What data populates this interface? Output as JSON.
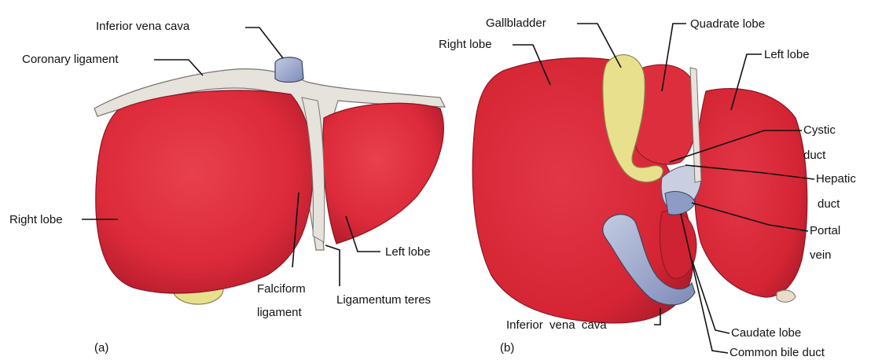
{
  "figure_a": {
    "caption": "(a)",
    "labels": {
      "inferior_vena_cava": "Inferior vena cava",
      "coronary_ligament": "Coronary ligament",
      "right_lobe": "Right lobe",
      "left_lobe": "Left lobe",
      "falciform_ligament_line1": "Falciform",
      "falciform_ligament_line2": "ligament",
      "ligamentum_teres": "Ligamentum teres"
    }
  },
  "figure_b": {
    "caption": "(b)",
    "labels": {
      "gallbladder": "Gallbladder",
      "quadrate_lobe": "Quadrate lobe",
      "right_lobe": "Right lobe",
      "left_lobe": "Left lobe",
      "cystic_duct_line1": "Cystic",
      "cystic_duct_line2": "duct",
      "hepatic_duct_line1": "Hepatic",
      "hepatic_duct_line2": "duct",
      "portal_vein_line1": "Portal",
      "portal_vein_line2": "vein",
      "inferior_vena_cava": "Inferior  vena  cava",
      "caudate_lobe": "Caudate lobe",
      "common_bile_duct": "Common bile duct"
    }
  },
  "colors": {
    "liver": "#dc2a3a",
    "liver_dark": "#b81e2e",
    "ligament": "#e6e2dc",
    "gallbladder": "#e9e08e",
    "vein": "#8e9bc4",
    "duct": "#c9cfe0"
  }
}
